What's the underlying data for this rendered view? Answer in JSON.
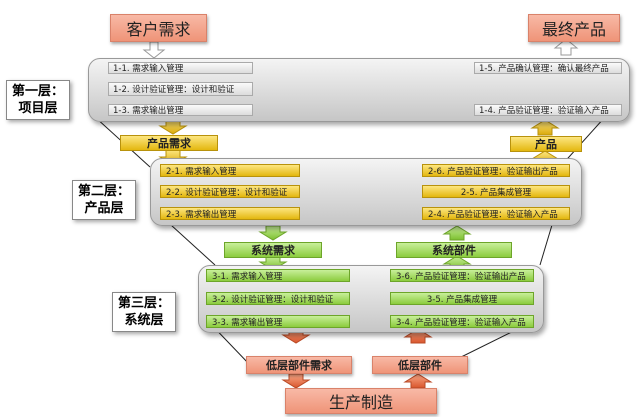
{
  "top": {
    "customer_demand": "客户需求",
    "final_product": "最终产品",
    "production": "生产制造"
  },
  "layers": {
    "l1": {
      "title": "第一层：",
      "sub": "项目层"
    },
    "l2": {
      "title": "第二层：",
      "sub": "产品层"
    },
    "l3": {
      "title": "第三层：",
      "sub": "系统层"
    }
  },
  "layer1": {
    "left": [
      "1-1. 需求输入管理",
      "1-2. 设计验证管理：设计和验证",
      "1-3. 需求输出管理"
    ],
    "right": [
      "1-5. 产品确认管理：确认最终产品",
      "1-4. 产品验证管理：验证输入产品"
    ]
  },
  "layer2": {
    "in_label": "产品需求",
    "out_label": "产品",
    "left": [
      "2-1. 需求输入管理",
      "2-2. 设计验证管理：设计和验证",
      "2-3. 需求输出管理"
    ],
    "right": [
      "2-6. 产品验证管理：验证输出产品",
      "2-5. 产品集成管理",
      "2-4. 产品验证管理：验证输入产品"
    ]
  },
  "layer3": {
    "in_label": "系统需求",
    "out_label": "系统部件",
    "left": [
      "3-1. 需求输入管理",
      "3-2. 设计验证管理：设计和验证",
      "3-3. 需求输出管理"
    ],
    "right": [
      "3-6. 产品验证管理：验证输出产品",
      "3-5. 产品集成管理",
      "3-4. 产品验证管理：验证输入产品"
    ]
  },
  "bottom": {
    "low_demand": "低层部件需求",
    "low_parts": "低层部件"
  },
  "colors": {
    "salmon": "#ef9478",
    "gold": "#e3b70f",
    "green": "#8ccc3e",
    "gray_panel": "#c6c6c6"
  }
}
